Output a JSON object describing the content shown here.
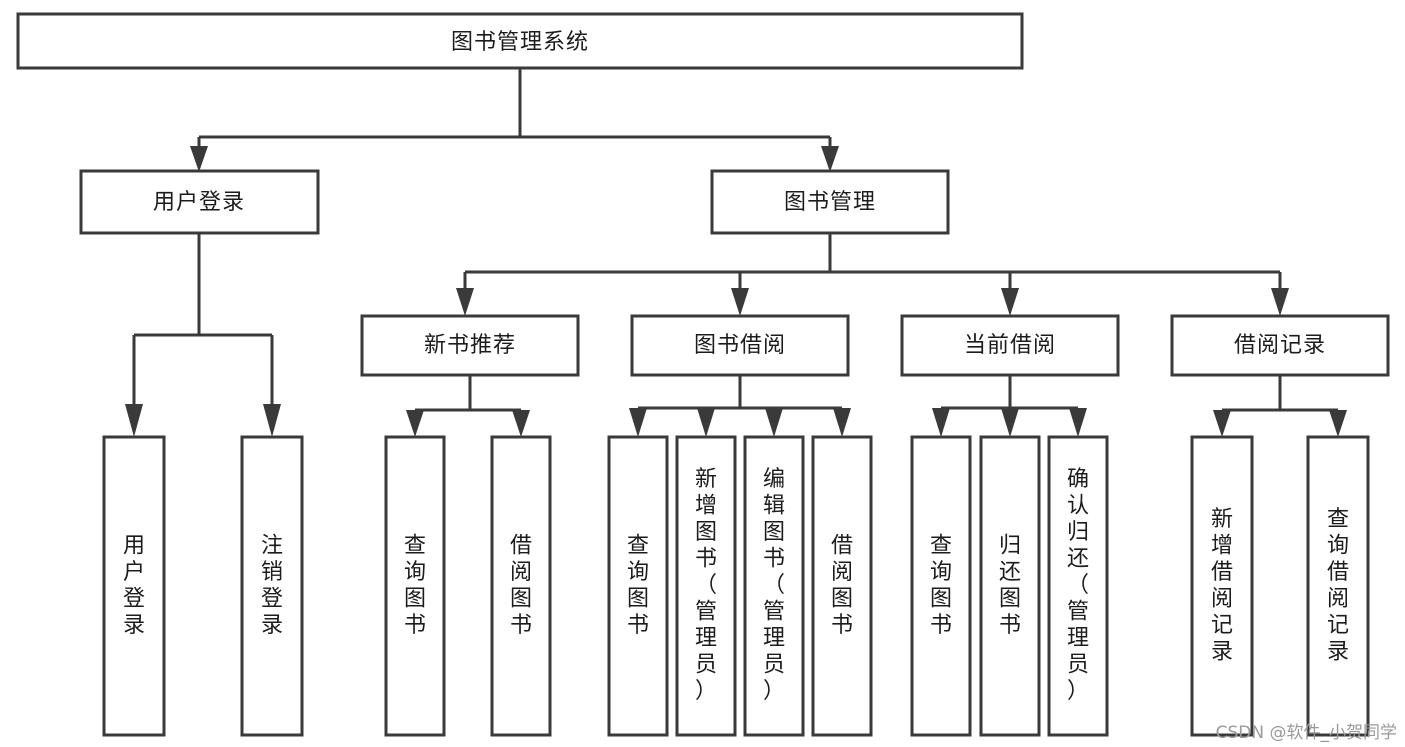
{
  "diagram": {
    "title": "图书管理系统",
    "type": "tree-hierarchy-chart",
    "background_color": "#ffffff",
    "box_stroke_color": "#3a3a3a",
    "box_fill_color": "#ffffff",
    "text_color": "#1c1c1c",
    "watermark": "CSDN @软件_小贺同学"
  },
  "nodes": {
    "root": {
      "label": "图书管理系统",
      "level": 1,
      "orientation": "horizontal"
    },
    "level2": [
      {
        "id": "user-login",
        "label": "用户登录",
        "orientation": "horizontal"
      },
      {
        "id": "book-manage",
        "label": "图书管理",
        "orientation": "horizontal"
      }
    ],
    "level3": [
      {
        "id": "new-book-recommend",
        "label": "新书推荐",
        "orientation": "horizontal"
      },
      {
        "id": "book-borrow",
        "label": "图书借阅",
        "orientation": "horizontal"
      },
      {
        "id": "current-borrow",
        "label": "当前借阅",
        "orientation": "horizontal"
      },
      {
        "id": "borrow-record",
        "label": "借阅记录",
        "orientation": "horizontal"
      }
    ],
    "leaves": {
      "user_login_children": [
        {
          "id": "leaf-user-login",
          "label": "用户登录",
          "orientation": "vertical"
        },
        {
          "id": "leaf-logout-login",
          "label": "注销登录",
          "orientation": "vertical"
        }
      ],
      "new_book_recommend_children": [
        {
          "id": "leaf-query-book-1",
          "label": "查询图书",
          "orientation": "vertical"
        },
        {
          "id": "leaf-borrow-book-1",
          "label": "借阅图书",
          "orientation": "vertical"
        }
      ],
      "book_borrow_children": [
        {
          "id": "leaf-query-book-2",
          "label": "查询图书",
          "orientation": "vertical"
        },
        {
          "id": "leaf-add-book-admin",
          "label": "新增图书（管理员）",
          "orientation": "vertical"
        },
        {
          "id": "leaf-edit-book-admin",
          "label": "编辑图书（管理员）",
          "orientation": "vertical"
        },
        {
          "id": "leaf-borrow-book-2",
          "label": "借阅图书",
          "orientation": "vertical"
        }
      ],
      "current_borrow_children": [
        {
          "id": "leaf-query-book-3",
          "label": "查询图书",
          "orientation": "vertical"
        },
        {
          "id": "leaf-return-book",
          "label": "归还图书",
          "orientation": "vertical"
        },
        {
          "id": "leaf-confirm-return-admin",
          "label": "确认归还（管理员）",
          "orientation": "vertical"
        }
      ],
      "borrow_record_children": [
        {
          "id": "leaf-add-borrow-record",
          "label": "新增借阅记录",
          "orientation": "vertical"
        },
        {
          "id": "leaf-query-borrow-record",
          "label": "查询借阅记录",
          "orientation": "vertical"
        }
      ]
    }
  }
}
